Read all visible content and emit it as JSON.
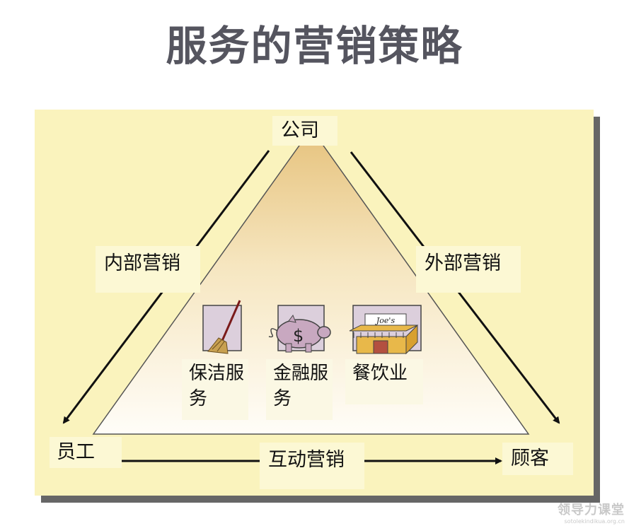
{
  "title": "服务的营销策略",
  "nodes": {
    "company": "公司",
    "employee": "员工",
    "customer": "顾客"
  },
  "edges": {
    "internal": "内部营销",
    "external": "外部营销",
    "interactive": "互动营销"
  },
  "examples": [
    {
      "label": "保洁服务",
      "icon": "broom-icon"
    },
    {
      "label": "金融服务",
      "icon": "piggy-bank-icon"
    },
    {
      "label": "餐饮业",
      "icon": "restaurant-icon"
    }
  ],
  "restaurant_sign": "Joe's",
  "watermark": {
    "line1": "领导力课堂",
    "line2": "sotolekindikua.org.cn"
  },
  "colors": {
    "panel": "#faf3bd",
    "title": "#55555f",
    "triangle_top": "#e8c886",
    "triangle_bottom": "#fffdf6"
  }
}
